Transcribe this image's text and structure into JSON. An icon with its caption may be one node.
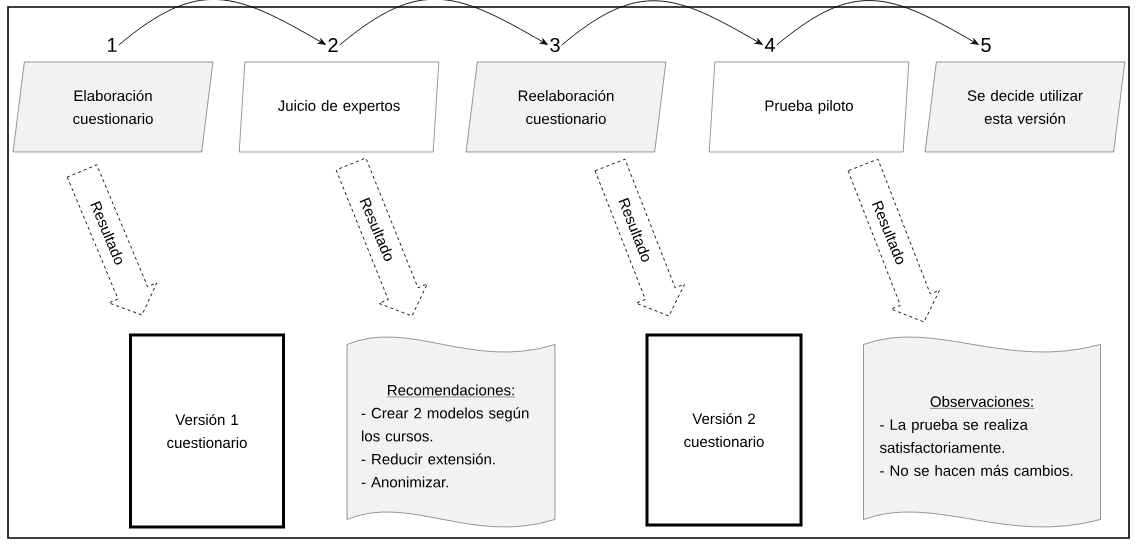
{
  "diagram": {
    "nodes": [
      {
        "text": [
          "1"
        ]
      },
      {
        "text": [
          "2"
        ]
      },
      {
        "text": [
          "3"
        ]
      },
      {
        "text": [
          "4"
        ]
      },
      {
        "text": [
          "5"
        ]
      },
      {
        "text": [
          "Elaboración cuestionario"
        ]
      },
      {
        "text": [
          "Juicio de expertos"
        ]
      },
      {
        "text": [
          "Reelaboración cuestionario"
        ]
      },
      {
        "text": [
          "Prueba piloto"
        ]
      },
      {
        "text": [
          "Se decide utilizar esta versión"
        ]
      },
      {
        "text": [
          "Versión 1 cuestionario"
        ]
      },
      {
        "text": [
          "Recomendaciones:",
          "- Crear 2 modelos según los cursos.",
          "- Reducir extensión.",
          "- Anonimizar."
        ]
      },
      {
        "text": [
          "Versión 2 cuestionario"
        ]
      },
      {
        "text": [
          "Observaciones:",
          "- La prueba se realiza satisfactoriamente.",
          "- No se hacen más cambios."
        ]
      }
    ],
    "edges": [
      {
        "from": 0,
        "to": 1,
        "arrow": "to"
      },
      {
        "from": 1,
        "to": 2,
        "arrow": "to"
      },
      {
        "from": 2,
        "to": 3,
        "arrow": "to"
      },
      {
        "from": 3,
        "to": 4,
        "arrow": "to"
      },
      {
        "from": 5,
        "to": 10,
        "arrow": "to",
        "label": "Resultado",
        "style": "dashed"
      },
      {
        "from": 6,
        "to": 11,
        "arrow": "to",
        "label": "Resultado",
        "style": "dashed"
      },
      {
        "from": 7,
        "to": 12,
        "arrow": "to",
        "label": "Resultado",
        "style": "dashed"
      },
      {
        "from": 8,
        "to": 13,
        "arrow": "to",
        "label": "Resultado",
        "style": "dashed"
      }
    ]
  }
}
